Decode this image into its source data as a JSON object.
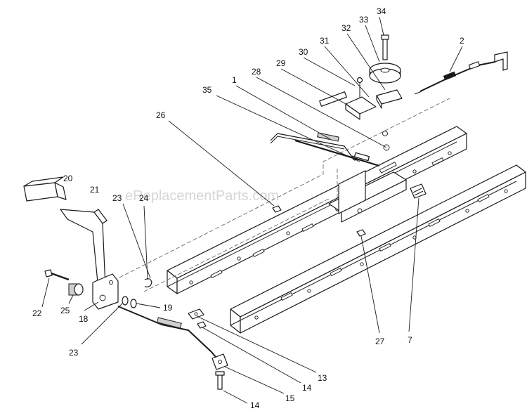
{
  "watermark": "eReplacementParts.com",
  "callouts": [
    {
      "label": "34"
    },
    {
      "label": "33"
    },
    {
      "label": "2"
    },
    {
      "label": "32"
    },
    {
      "label": "31"
    },
    {
      "label": "30"
    },
    {
      "label": "29"
    },
    {
      "label": "28"
    },
    {
      "label": "1"
    },
    {
      "label": "35"
    },
    {
      "label": "26"
    },
    {
      "label": "20"
    },
    {
      "label": "21"
    },
    {
      "label": "23"
    },
    {
      "label": "24"
    },
    {
      "label": "22"
    },
    {
      "label": "25"
    },
    {
      "label": "18"
    },
    {
      "label": "19"
    },
    {
      "label": "23"
    },
    {
      "label": "27"
    },
    {
      "label": "7"
    },
    {
      "label": "13"
    },
    {
      "label": "14"
    },
    {
      "label": "15"
    },
    {
      "label": "14"
    }
  ]
}
